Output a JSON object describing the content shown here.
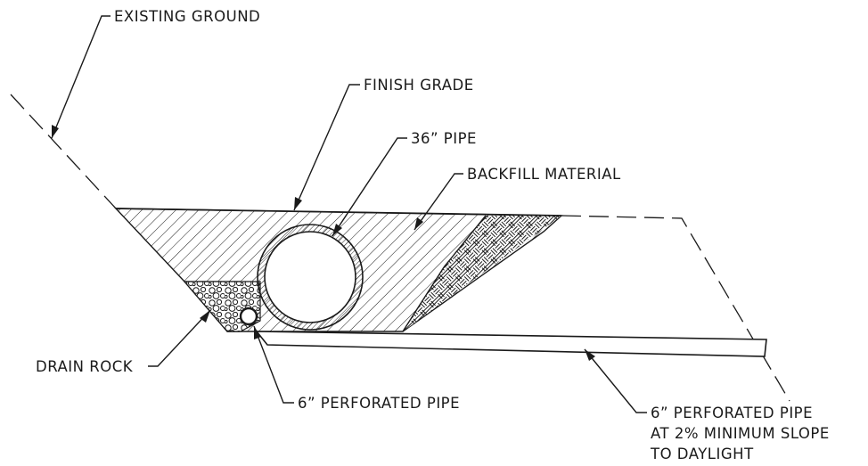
{
  "labels": {
    "existing_ground": "EXISTING GROUND",
    "finish_grade": "FINISH GRADE",
    "pipe_36": "36” PIPE",
    "backfill_material": "BACKFILL MATERIAL",
    "drain_rock": "DRAIN ROCK",
    "perforated_pipe_6": "6” PERFORATED PIPE",
    "daylight_line1": "6” PERFORATED PIPE",
    "daylight_line2": "AT 2% MINIMUM SLOPE",
    "daylight_line3": "TO DAYLIGHT"
  },
  "colors": {
    "ink": "#1a1a1a",
    "background": "#ffffff"
  }
}
